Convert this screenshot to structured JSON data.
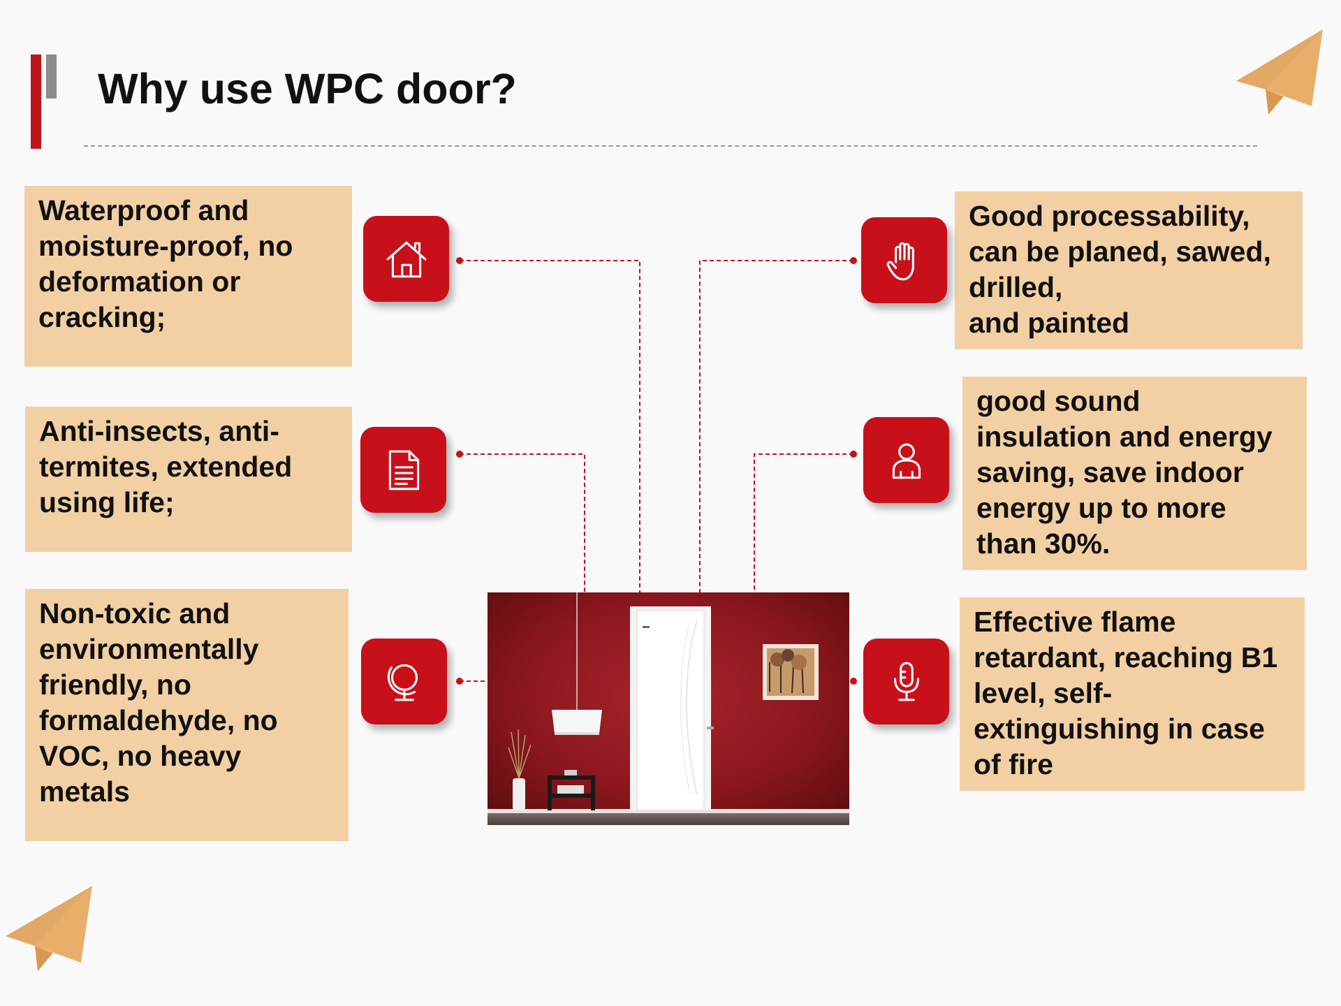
{
  "title": "Why use WPC door?",
  "colors": {
    "brand_red": "#c8101a",
    "accent_red": "#c0141c",
    "accent_gray": "#8c8c8c",
    "card_bg": "#f2d0a4",
    "plane": "#e2a865"
  },
  "features": [
    {
      "side": "left",
      "icon": "home-icon",
      "text": "Waterproof and\nmoisture-proof, no\ndeformation or\ncracking;"
    },
    {
      "side": "left",
      "icon": "document-icon",
      "text": "Anti-insects, anti-\ntermites, extended\nusing life;"
    },
    {
      "side": "left",
      "icon": "globe-icon",
      "text": "Non-toxic and\nenvironmentally\nfriendly, no\nformaldehyde, no\nVOC, no heavy\nmetals"
    },
    {
      "side": "right",
      "icon": "hand-icon",
      "text": "Good processability,\ncan be planed, sawed,\ndrilled,\nand painted"
    },
    {
      "side": "right",
      "icon": "person-icon",
      "text": "good sound\ninsulation and energy\nsaving, save indoor\nenergy up to more\nthan 30%."
    },
    {
      "side": "right",
      "icon": "microphone-icon",
      "text": "Effective flame\nretardant, reaching B1\nlevel, self-\nextinguishing in case\nof fire"
    }
  ],
  "decorations": {
    "top_right": "paper-plane-icon",
    "bottom_left": "paper-plane-icon"
  }
}
